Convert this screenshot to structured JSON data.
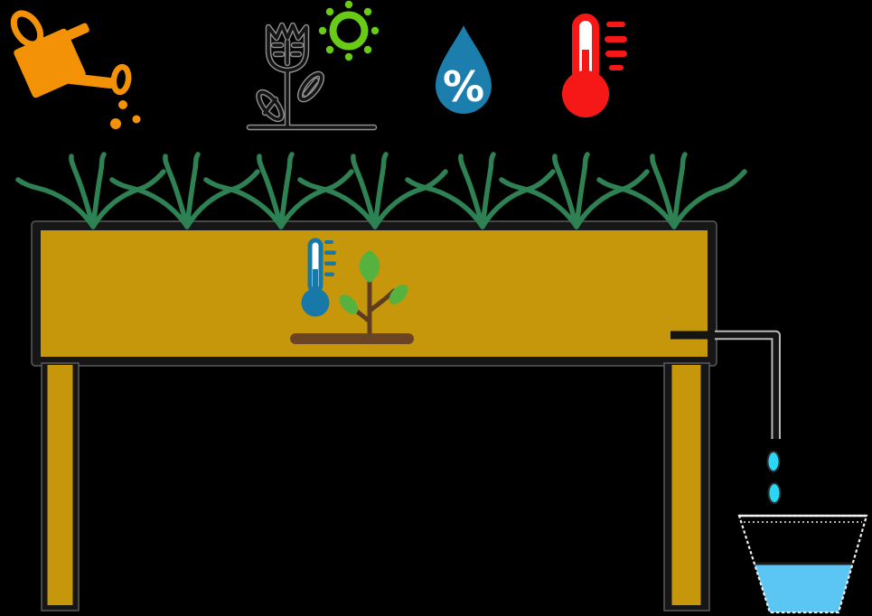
{
  "diagram": {
    "humidity_symbol": "%",
    "grass_tuft_count": 7,
    "falling_drop_count": 2
  },
  "colors": {
    "background": "#000000",
    "watering_can": "#F39207",
    "wheat_ink": "#141414",
    "wheat_halo": "#8F8F8F",
    "sun": "#68CB15",
    "humidity_drop": "#1B7EAD",
    "percent_text": "#FFFFFF",
    "thermometer_red": "#F61717",
    "planter_fill": "#C6970B",
    "planter_border": "#161616",
    "planter_halo": "#5A5A5A",
    "grass": "#2E8152",
    "soil_thermometer_blue": "#1878A8",
    "seedling_leaf": "#55B23E",
    "seedling_stem": "#5E3C20",
    "soil_bar": "#6B4423",
    "pipe_ink": "#141414",
    "pipe_halo": "#B9B9B9",
    "water_drop": "#2BD7F7",
    "bucket_outline": "#EFEFEF",
    "bucket_water": "#5BC6F4"
  },
  "layout_data": {
    "grass_positions": [
      103,
      207,
      311,
      415,
      534,
      638,
      746
    ],
    "drop_positions": [
      [
        856,
        511
      ],
      [
        857,
        546
      ]
    ]
  }
}
